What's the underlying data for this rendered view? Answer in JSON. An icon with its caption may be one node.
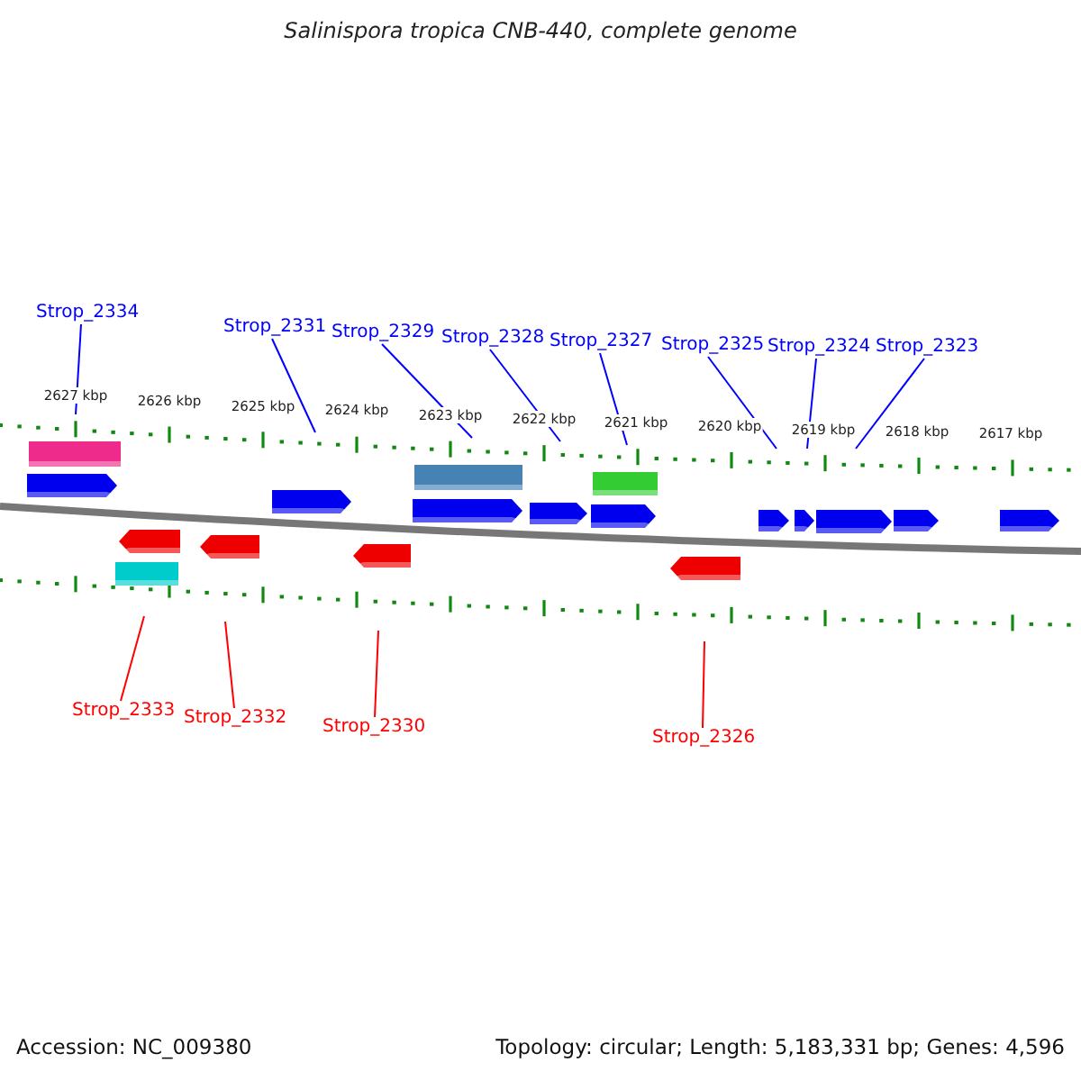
{
  "diagram": {
    "title": "Salinispora tropica CNB-440, complete genome",
    "nodes": [
      {
        "text": [
          "Strop_2334"
        ]
      },
      {
        "text": [
          "Strop_2331"
        ]
      },
      {
        "text": [
          "Strop_2329"
        ]
      },
      {
        "text": [
          "Strop_2328"
        ]
      },
      {
        "text": [
          "Strop_2327"
        ]
      },
      {
        "text": [
          "Strop_2325"
        ]
      },
      {
        "text": [
          "Strop_2324"
        ]
      },
      {
        "text": [
          "Strop_2323"
        ]
      },
      {
        "text": [
          "Strop_2333"
        ]
      },
      {
        "text": [
          "Strop_2332"
        ]
      },
      {
        "text": [
          "Strop_2330"
        ]
      },
      {
        "text": [
          "Strop_2326"
        ]
      },
      {
        "text": [],
        "shape": "ring"
      },
      {
        "text": [],
        "shape": "ring"
      }
    ],
    "edges": [
      {
        "from": 0,
        "to": 12,
        "arrow": "none"
      },
      {
        "from": 1,
        "to": 12,
        "arrow": "none"
      },
      {
        "from": 2,
        "to": 12,
        "arrow": "none"
      },
      {
        "from": 3,
        "to": 12,
        "arrow": "none"
      },
      {
        "from": 4,
        "to": 12,
        "arrow": "none"
      },
      {
        "from": 5,
        "to": 12,
        "arrow": "none"
      },
      {
        "from": 6,
        "to": 12,
        "arrow": "none"
      },
      {
        "from": 7,
        "to": 12,
        "arrow": "none"
      },
      {
        "from": 8,
        "to": 13,
        "arrow": "none",
        "color": "#ff0000"
      },
      {
        "from": 9,
        "to": 13,
        "arrow": "none",
        "color": "#ff0000"
      },
      {
        "from": 10,
        "to": 13,
        "arrow": "none",
        "color": "#ff0000"
      },
      {
        "from": 11,
        "to": 13,
        "arrow": "none",
        "color": "#ff0000"
      }
    ],
    "labels": [
      "2627 kbp",
      "2626 kbp",
      "2625 kbp",
      "2624 kbp",
      "2623 kbp",
      "2622 kbp",
      "2621 kbp",
      "2620 kbp",
      "2619 kbp",
      "2618 kbp",
      "2617 kbp",
      "Accession: NC_009380",
      "Topology: circular; Length: 5,183,331 bp; Genes: 4,596"
    ]
  }
}
